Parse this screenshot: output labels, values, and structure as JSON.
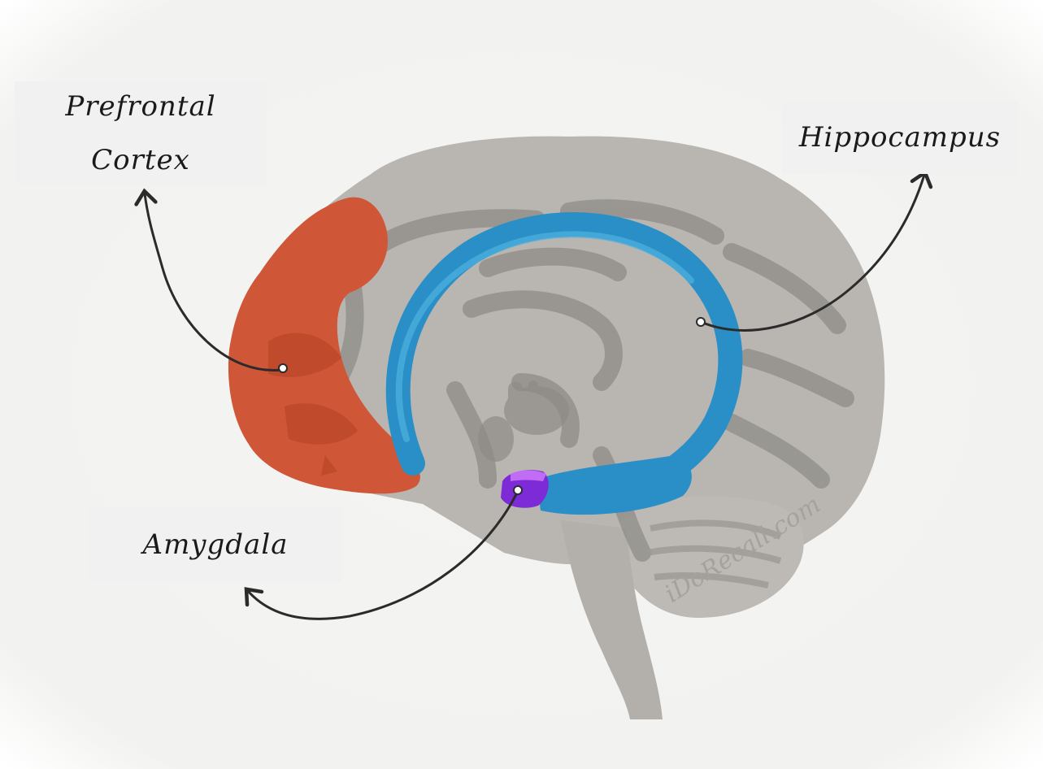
{
  "labels": {
    "prefrontal_line1": "Prefrontal",
    "prefrontal_line2": "Cortex",
    "hippocampus": "Hippocampus",
    "amygdala": "Amygdala"
  },
  "watermark": "iDoRecall.com",
  "colors": {
    "background": "#f3f3f1",
    "brain": "#b9b6b1",
    "brain_shadow": "#8f8c87",
    "prefrontal": "#cf5636",
    "hippocampus": "#2a8fc6",
    "amygdala": "#8a2be2",
    "pointer": "#2b2b2b",
    "label_bg": "#f1f1f1"
  }
}
